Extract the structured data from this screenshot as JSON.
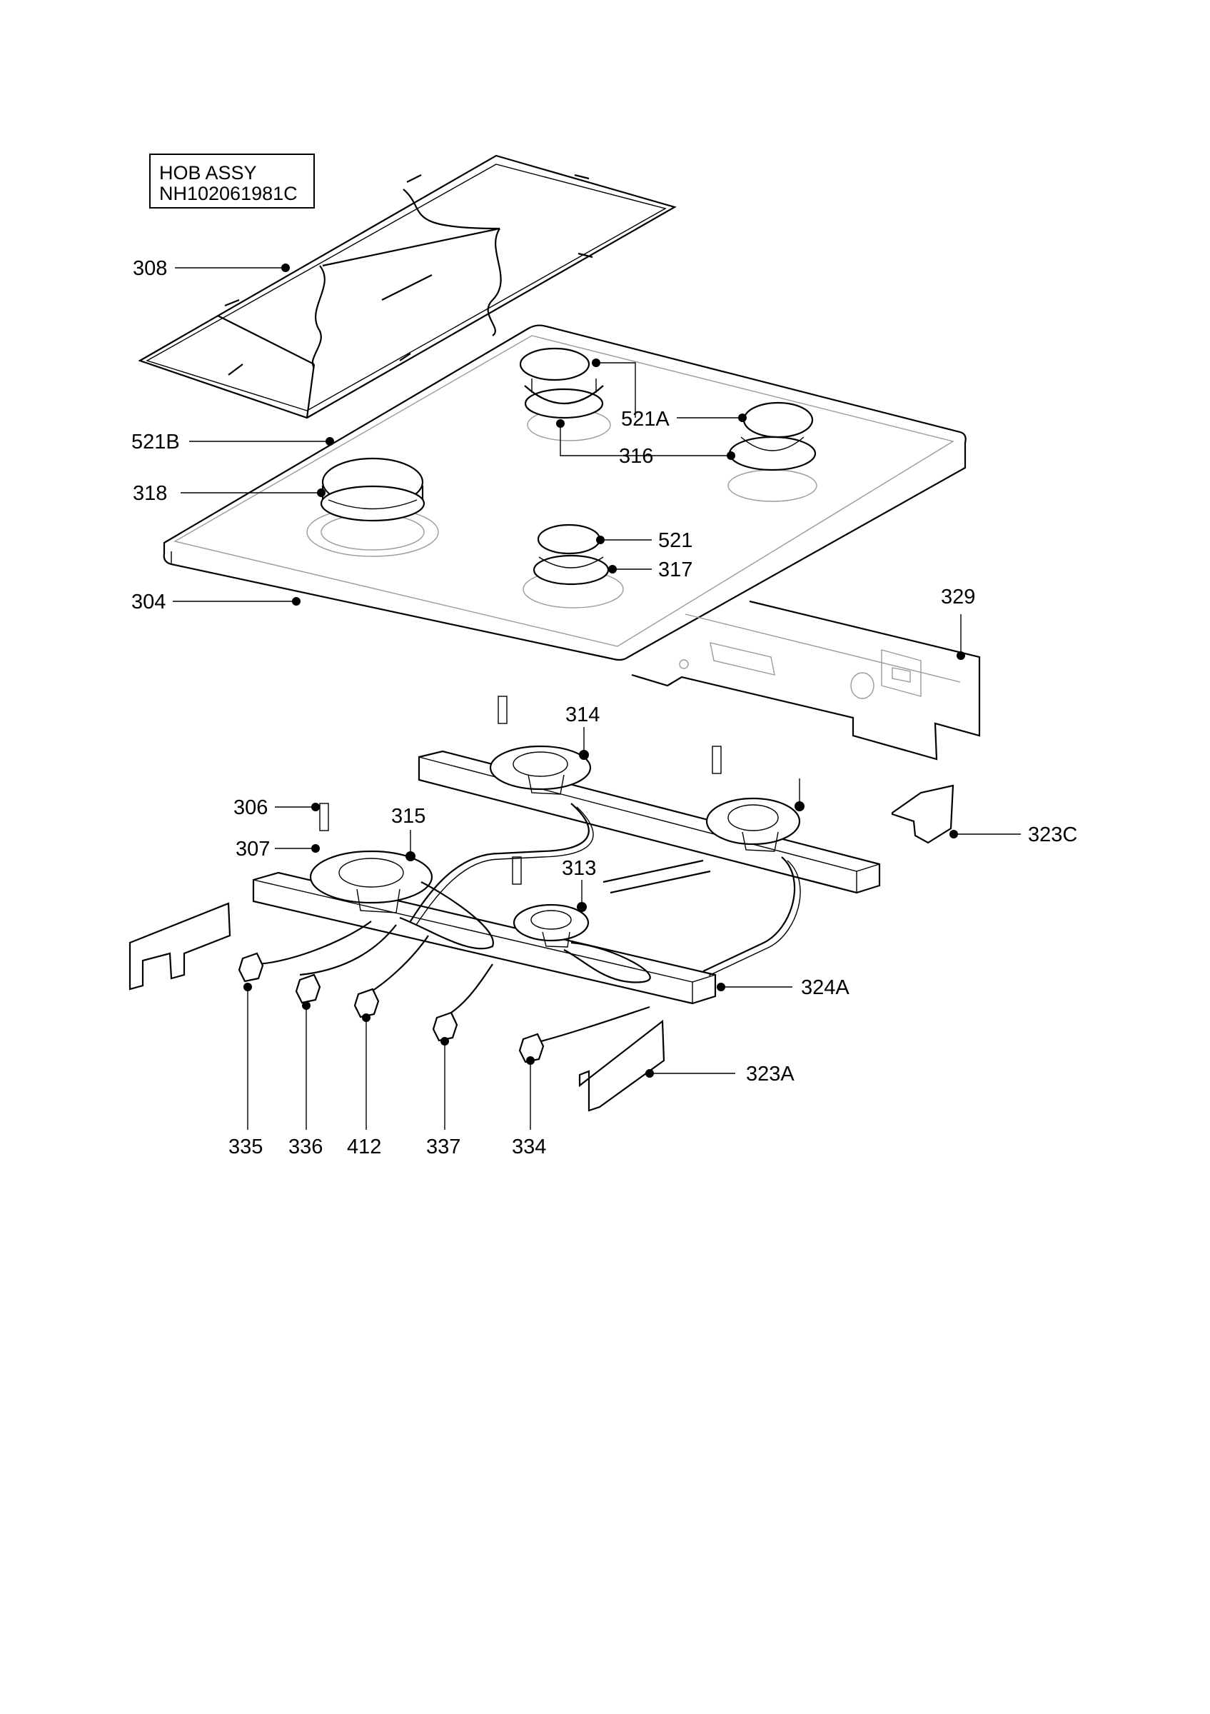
{
  "title_box": {
    "line1": "HOB ASSY",
    "line2": "NH102061981C"
  },
  "parts": {
    "p308": "308",
    "p521b": "521B",
    "p318": "318",
    "p304": "304",
    "p521a": "521A",
    "p316": "316",
    "p521": "521",
    "p317": "317",
    "p329": "329",
    "p314": "314",
    "p306": "306",
    "p315": "315",
    "p307": "307",
    "p313": "313",
    "p323c": "323C",
    "p324a": "324A",
    "p323a": "323A",
    "p335": "335",
    "p336": "336",
    "p412": "412",
    "p337": "337",
    "p334": "334"
  }
}
